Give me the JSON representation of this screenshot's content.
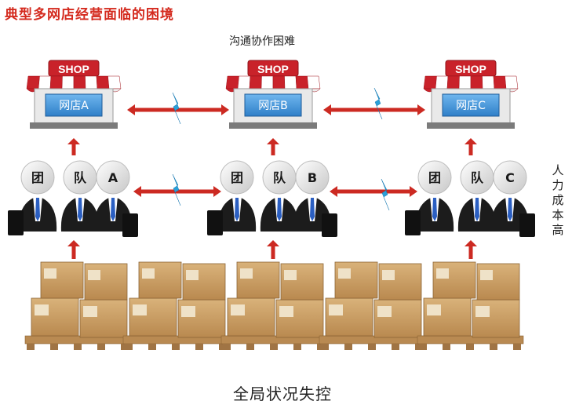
{
  "title": "典型多网店经营面临的困境",
  "communication_label": "沟通协作困难",
  "side_label": "人力成本高",
  "footer_label": "全局状况失控",
  "shop_sign": "SHOP",
  "shops": [
    {
      "label": "网店A"
    },
    {
      "label": "网店B"
    },
    {
      "label": "网店C"
    }
  ],
  "teams": [
    {
      "chars": [
        "团",
        "队",
        "A"
      ]
    },
    {
      "chars": [
        "团",
        "队",
        "B"
      ]
    },
    {
      "chars": [
        "团",
        "队",
        "C"
      ]
    }
  ],
  "colors": {
    "title": "#d42a1e",
    "arrow": "#cc2a22",
    "lightning": "#2aa0d8",
    "awning_red": "#c9222a",
    "screen_blue": "#3d8fd6",
    "box": "#c89b5e",
    "pallet": "#b98a52"
  }
}
